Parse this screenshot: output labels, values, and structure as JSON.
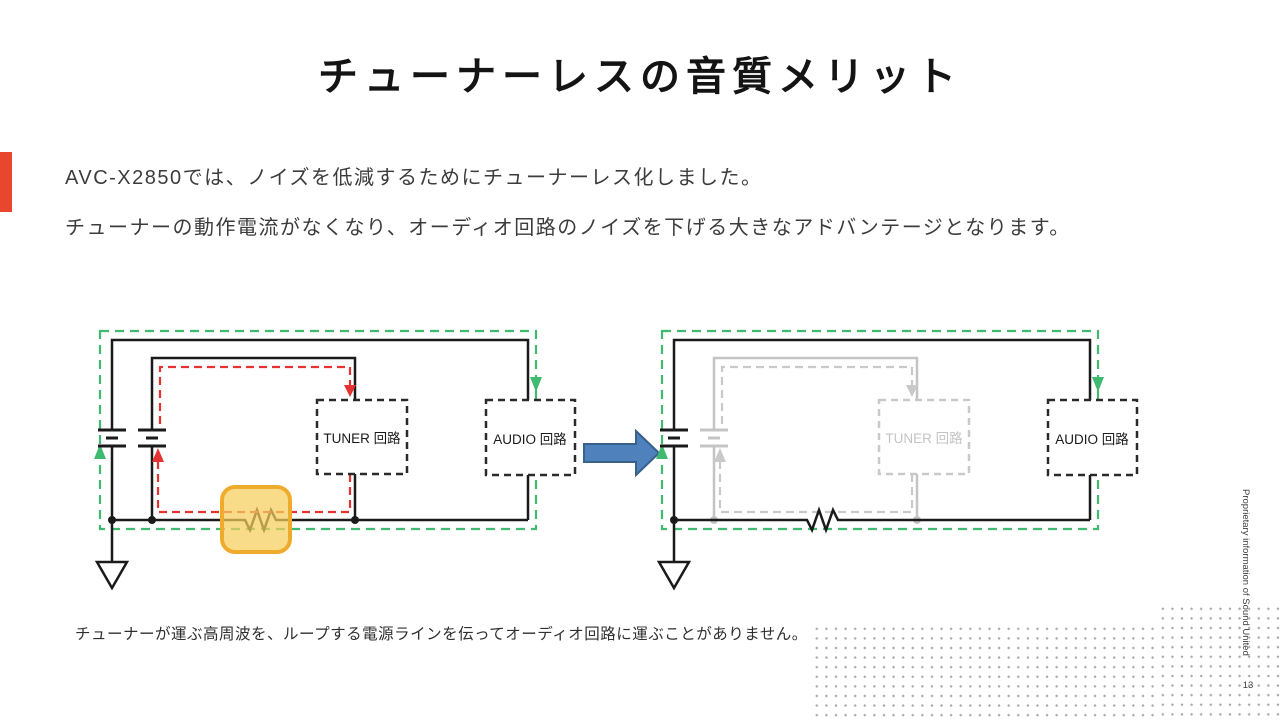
{
  "slide": {
    "title": "チューナーレスの音質メリット",
    "body_line1": "AVC-X2850では、ノイズを低減するためにチューナーレス化しました。",
    "body_line2": "チューナーの動作電流がなくなり、オーディオ回路のノイズを下げる大きなアドバンテージとなります。",
    "caption": "チューナーが運ぶ高周波を、ループする電源ラインを伝ってオーディオ回路に運ぶことがありません。",
    "footer_vertical": "Proprietary information of Sound United",
    "page_number": "13"
  },
  "diagram": {
    "left": {
      "tuner_label": "TUNER 回路",
      "audio_label": "AUDIO 回路",
      "highlighted_component": "power-line resistor (shared impedance)"
    },
    "right": {
      "tuner_label": "TUNER 回路",
      "audio_label": "AUDIO 回路",
      "ghosted_parts": "tuner supply, tuner circuit and noise loop removed (gray)"
    }
  },
  "colors": {
    "accent_bar": "#E8462F",
    "audio_loop_green": "#3FBA70",
    "noise_loop_red": "#E53333",
    "ghost_gray": "#C4C4C4",
    "highlight_fill": "#F7CE5D",
    "highlight_border": "#EFAC2C",
    "transition_arrow_fill": "#4F81BD",
    "transition_arrow_border": "#38618C",
    "wire_black": "#1A1A1A",
    "dots_gray": "#ABABAB"
  }
}
